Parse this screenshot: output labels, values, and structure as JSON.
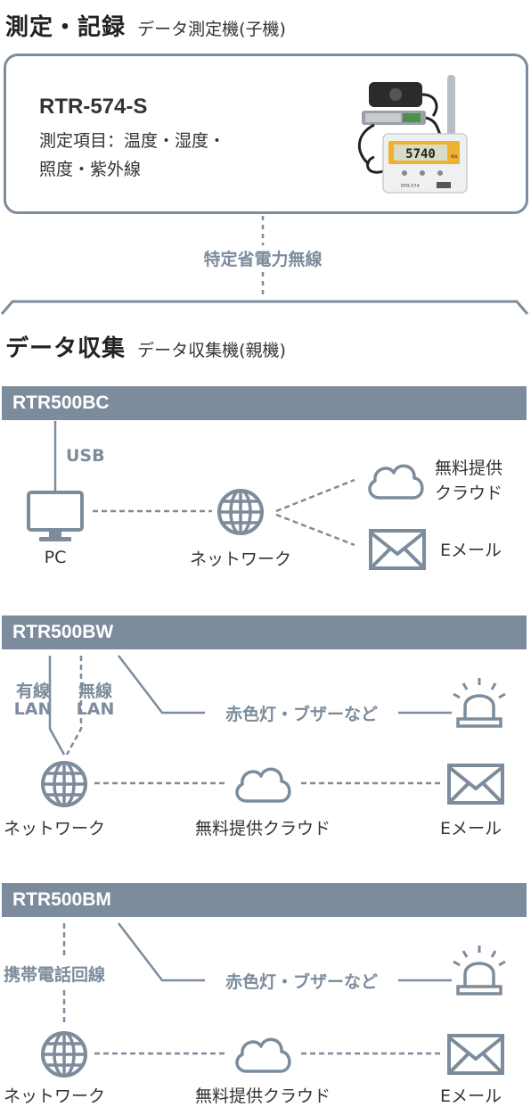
{
  "header": {
    "title": "測定・記録",
    "subtitle": "データ測定機(子機)"
  },
  "device": {
    "model": "RTR-574-S",
    "measure_line1": "測定項目：温度・湿度・",
    "measure_line2": "照度・紫外線",
    "display_value": "5740",
    "display_unit": "klx",
    "label_model": "RTR-574"
  },
  "wireless_label": "特定省電力無線",
  "collect": {
    "title": "データ収集",
    "subtitle": "データ収集機(親機)"
  },
  "sections": {
    "bc": {
      "name": "RTR500BC",
      "usb": "USB",
      "pc": "PC",
      "network": "ネットワーク",
      "cloud_line1": "無料提供",
      "cloud_line2": "クラウド",
      "email": "Eメール"
    },
    "bw": {
      "name": "RTR500BW",
      "wired_line1": "有線",
      "wired_line2": "LAN",
      "wireless_line1": "無線",
      "wireless_line2": "LAN",
      "alarm": "赤色灯・ブザーなど",
      "network": "ネットワーク",
      "cloud": "無料提供クラウド",
      "email": "Eメール"
    },
    "bm": {
      "name": "RTR500BM",
      "mobile": "携帯電話回線",
      "alarm": "赤色灯・ブザーなど",
      "network": "ネットワーク",
      "cloud": "無料提供クラウド",
      "email": "Eメール"
    }
  },
  "colors": {
    "accent": "#7c8c9c",
    "text": "#333333"
  }
}
